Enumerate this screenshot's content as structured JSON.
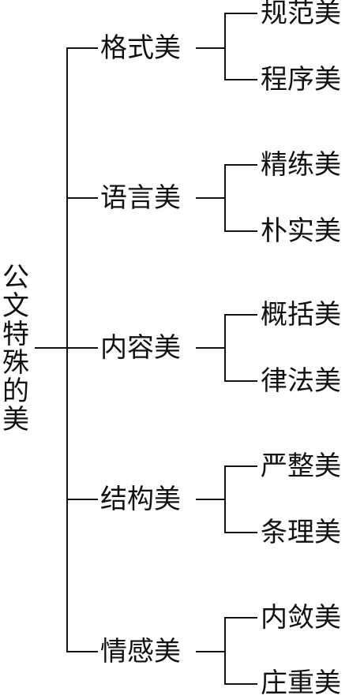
{
  "root": "公文特殊的美",
  "branches": [
    {
      "label": "格式美",
      "children": [
        "规范美",
        "程序美"
      ]
    },
    {
      "label": "语言美",
      "children": [
        "精练美",
        "朴实美"
      ]
    },
    {
      "label": "内容美",
      "children": [
        "概括美",
        "律法美"
      ]
    },
    {
      "label": "结构美",
      "children": [
        "严整美",
        "条理美"
      ]
    },
    {
      "label": "情感美",
      "children": [
        "内敛美",
        "庄重美"
      ]
    }
  ]
}
